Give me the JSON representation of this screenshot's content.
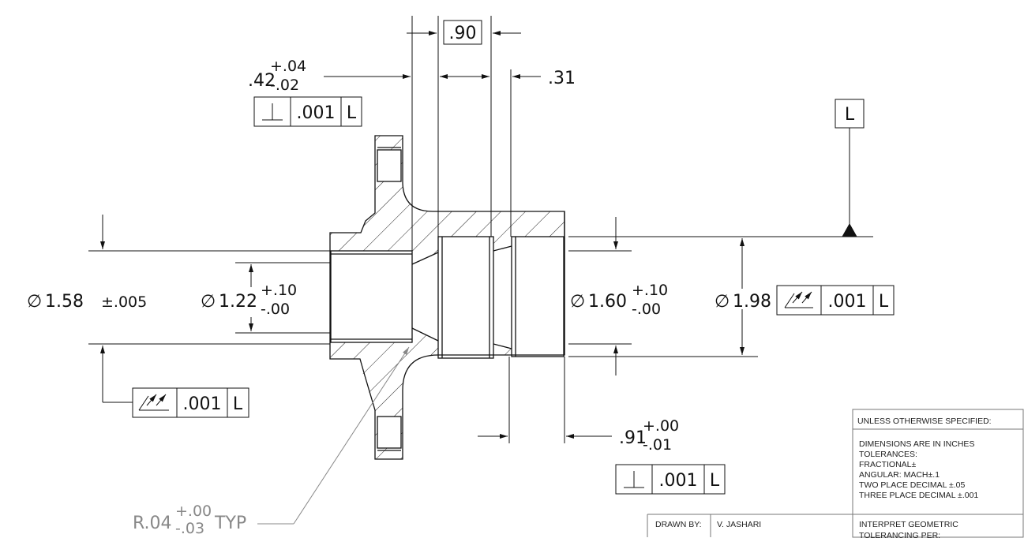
{
  "dimensions": {
    "dia_1_58": {
      "sym": "∅",
      "value": "1.58",
      "tol": "±.005"
    },
    "dia_1_22": {
      "sym": "∅",
      "value": "1.22",
      "tol_plus": "+.10",
      "tol_minus": "-.00"
    },
    "dia_1_60": {
      "sym": "∅",
      "value": "1.60",
      "tol_plus": "+.10",
      "tol_minus": "-.00"
    },
    "dia_1_98": {
      "sym": "∅",
      "value": "1.98"
    },
    "len_042": {
      "value": ".42",
      "tol_plus": "+.04",
      "tol_minus": "-.02"
    },
    "len_090": {
      "value": ".90"
    },
    "len_031": {
      "value": ".31"
    },
    "len_091": {
      "value": ".91",
      "tol_plus": "+.00",
      "tol_minus": "-.01"
    },
    "radius": {
      "value": "R.04",
      "tol_plus": "+.00",
      "tol_minus": "-.03",
      "suffix": "TYP"
    }
  },
  "fcf": {
    "perp_top": {
      "tolerance": ".001",
      "datum": "L"
    },
    "runout_right": {
      "tolerance": ".001",
      "datum": "L"
    },
    "runout_left": {
      "tolerance": ".001",
      "datum": "L"
    },
    "perp_bottom": {
      "tolerance": ".001",
      "datum": "L"
    }
  },
  "datum": {
    "label": "L"
  },
  "title_block": {
    "unless": "UNLESS OTHERWISE SPECIFIED:",
    "lines": [
      "DIMENSIONS ARE IN INCHES",
      "TOLERANCES:",
      "FRACTIONAL±",
      "ANGULAR: MACH±.1",
      "TWO PLACE DECIMAL  ±.05",
      "THREE PLACE DECIMAL ±.001"
    ],
    "interpret": "INTERPRET GEOMETRIC",
    "interpret2": "TOLERANCING PER:",
    "drawn_by_label": "DRAWN BY:",
    "drawn_by_value": "V. JASHARI"
  }
}
